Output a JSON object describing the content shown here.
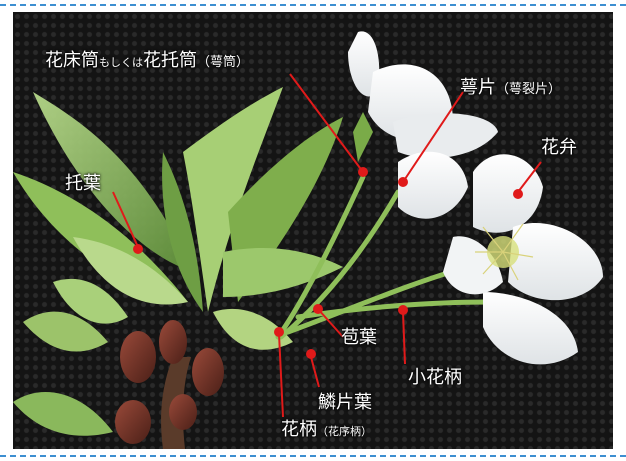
{
  "labels": {
    "receptacle": "花床筒",
    "receptacle_or": "もしくは",
    "receptacle_alt": "花托筒",
    "receptacle_note": "（萼筒）",
    "sepal": "萼片",
    "sepal_note": "（萼裂片）",
    "petal": "花弁",
    "stipule": "托葉",
    "bract": "苞葉",
    "pedicel": "小花柄",
    "bud_scale": "鱗片葉",
    "peduncle": "花柄",
    "peduncle_note": "（花序柄）"
  },
  "colors": {
    "frame_dash": "#3d8fd1",
    "background_mesh": "#141414",
    "pointer": "#e01a1a",
    "label_text": "#ffffff"
  }
}
